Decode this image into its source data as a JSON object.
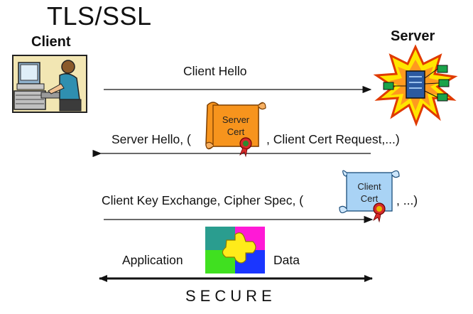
{
  "title": "TLS/SSL",
  "client": {
    "label": "Client",
    "icon": "person-at-computer-icon"
  },
  "server": {
    "label": "Server",
    "icon": "server-burst-icon"
  },
  "messages": {
    "client_hello": "Client Hello",
    "server_hello_prefix": "Server Hello, (",
    "server_hello_suffix": ", Client Cert Request,...)",
    "client_key_prefix": "Client Key Exchange, Cipher Spec, (",
    "client_key_suffix": ", ...)"
  },
  "server_cert": {
    "line1": "Server",
    "line2": "Cert",
    "color": "#f7941d"
  },
  "client_cert": {
    "line1": "Client",
    "line2": "Cert",
    "color": "#a9d3f5"
  },
  "app_data": {
    "left": "Application",
    "right": "Data",
    "icon": "puzzle-icon"
  },
  "secure_label": "SECURE"
}
